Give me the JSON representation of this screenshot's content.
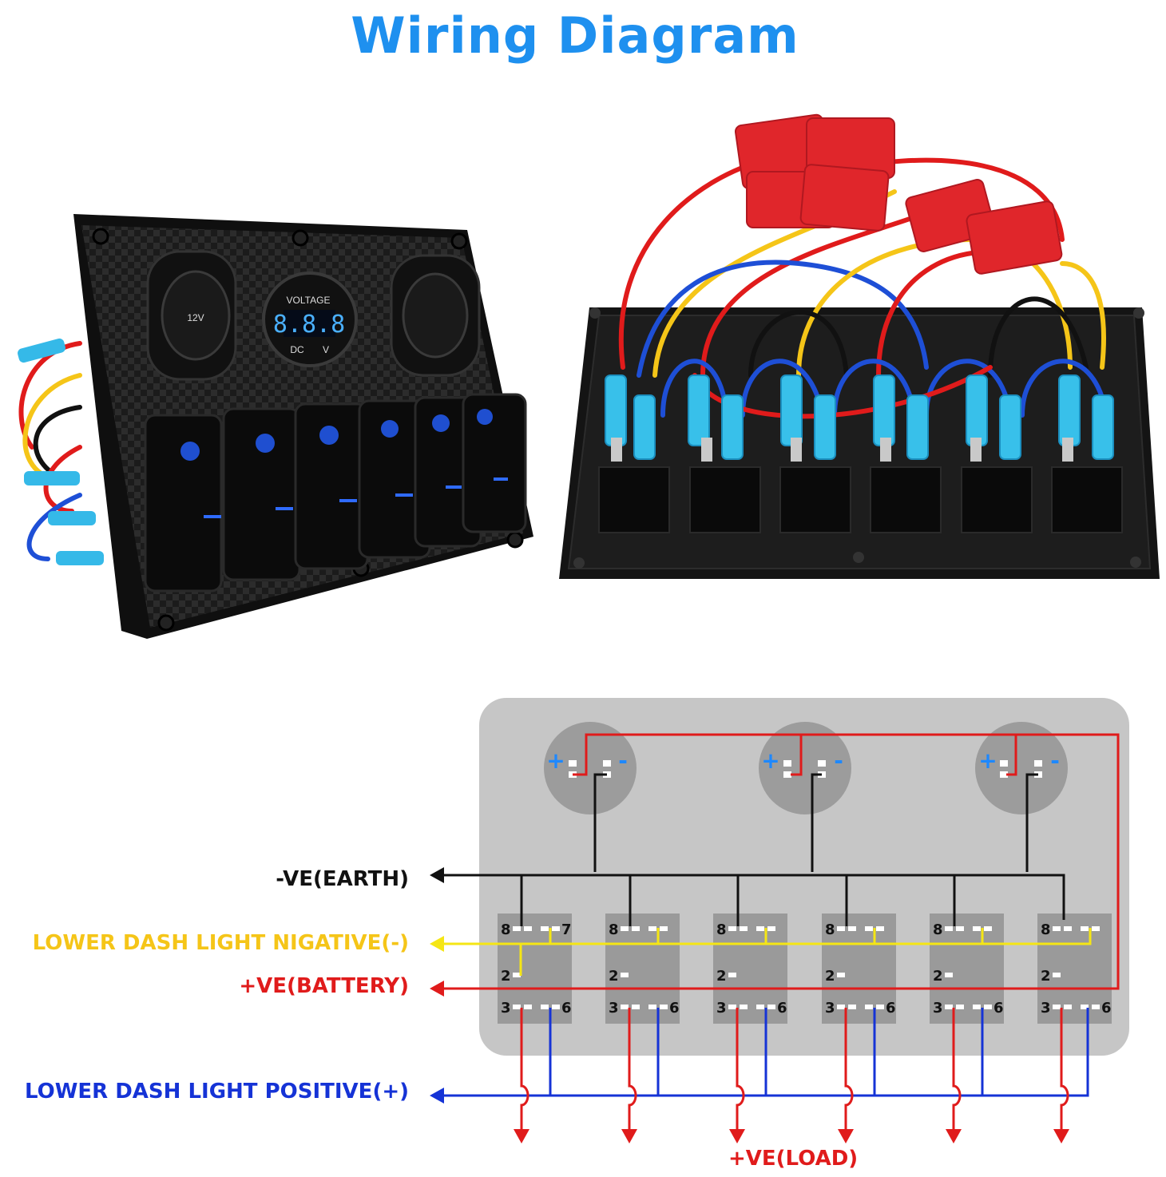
{
  "title": "Wiring Diagram",
  "labels": {
    "earth": "-VE(EARTH)",
    "dash_negative": "LOWER DASH LIGHT NIGATIVE(-)",
    "battery": "+VE(BATTERY)",
    "dash_positive": "LOWER DASH LIGHT POSITIVE(+)",
    "load": "+VE(LOAD)"
  },
  "sockets": {
    "plus": "+",
    "minus": "-"
  },
  "switch_pins": {
    "pin8": "8",
    "pin7": "7",
    "pin2": "2",
    "pin3": "3",
    "pin6": "6"
  },
  "front_panel": {
    "voltmeter_label": "VOLTAGE",
    "voltmeter_display": "8.8.8",
    "voltmeter_dc": "DC",
    "voltmeter_v": "V",
    "socket_label": "12V"
  },
  "colors": {
    "title": "#1e90ef",
    "earth": "#111111",
    "dash_negative": "#f5e614",
    "battery": "#e01b1b",
    "dash_positive": "#1533d6"
  }
}
